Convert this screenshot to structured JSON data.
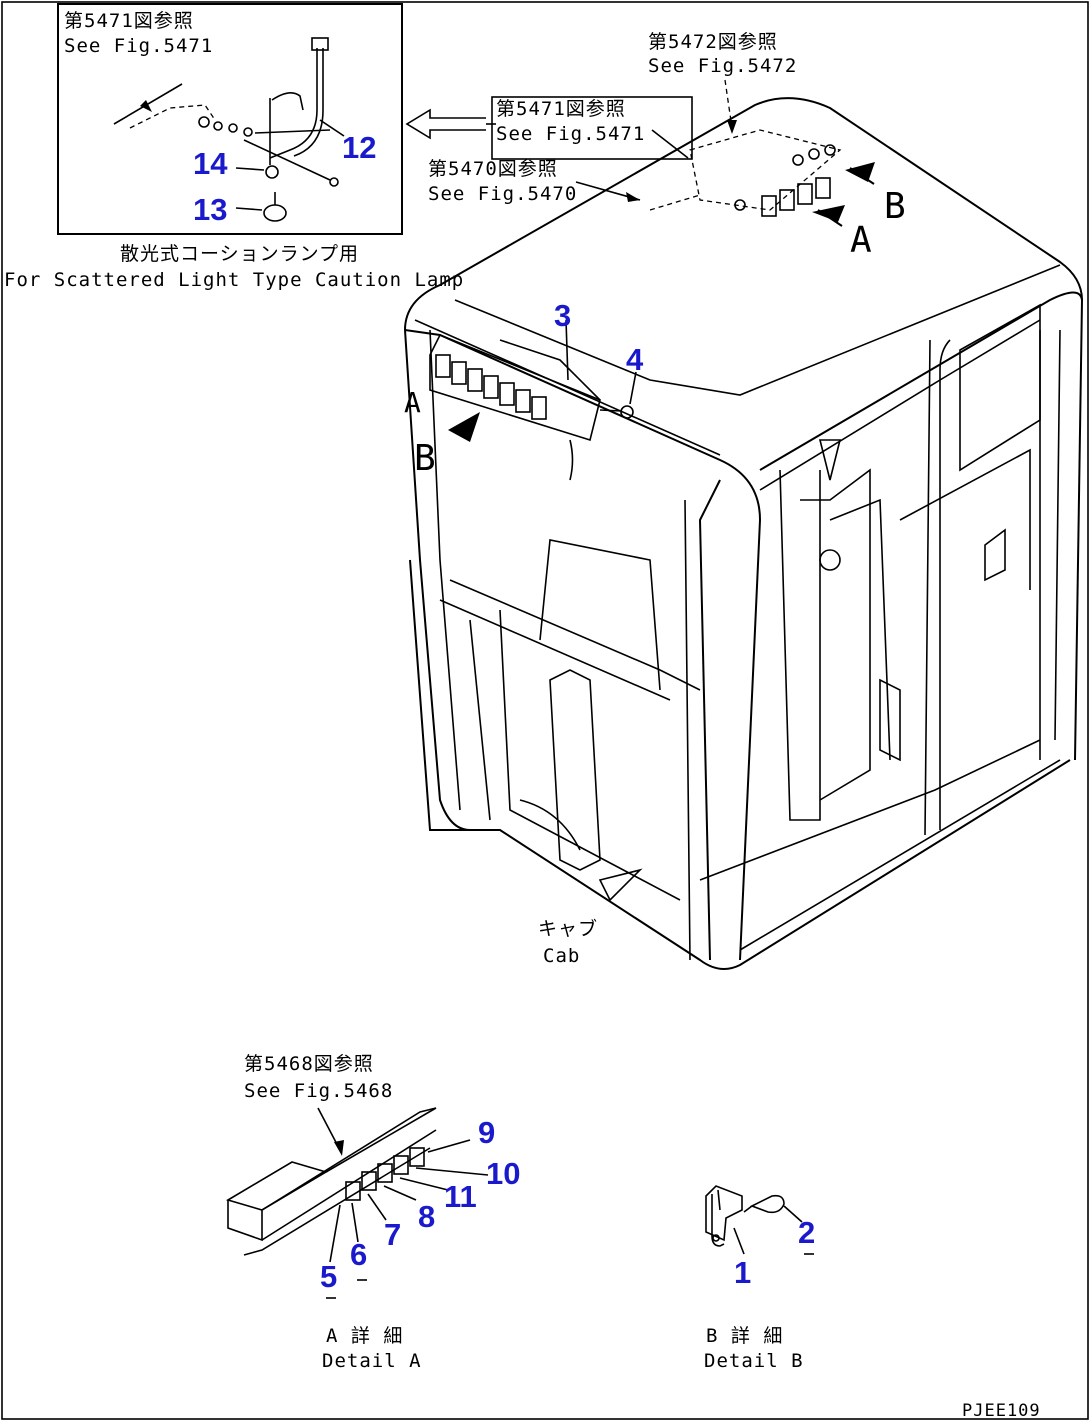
{
  "inset": {
    "ref_jp": "第5471図参照",
    "ref_en": "See Fig.5471",
    "caption_jp": "散光式コーションランプ用",
    "caption_en": "For Scattered Light Type Caution Lamp"
  },
  "refs": {
    "fig5472_jp": "第5472図参照",
    "fig5472_en": "See Fig.5472",
    "fig5471_jp": "第5471図参照",
    "fig5471_en": "See Fig.5471",
    "fig5470_jp": "第5470図参照",
    "fig5470_en": "See Fig.5470",
    "fig5468_jp": "第5468図参照",
    "fig5468_en": "See Fig.5468"
  },
  "views": {
    "a": "A",
    "b": "B"
  },
  "cab": {
    "jp": "キャブ",
    "en": "Cab"
  },
  "detail_a": {
    "jp": "A 詳 細",
    "en": "Detail A"
  },
  "detail_b": {
    "jp": "B 詳 細",
    "en": "Detail B"
  },
  "callouts": [
    "1",
    "2",
    "3",
    "4",
    "5",
    "6",
    "7",
    "8",
    "9",
    "10",
    "11",
    "12",
    "13",
    "14"
  ],
  "drawing_code": "PJEE109"
}
